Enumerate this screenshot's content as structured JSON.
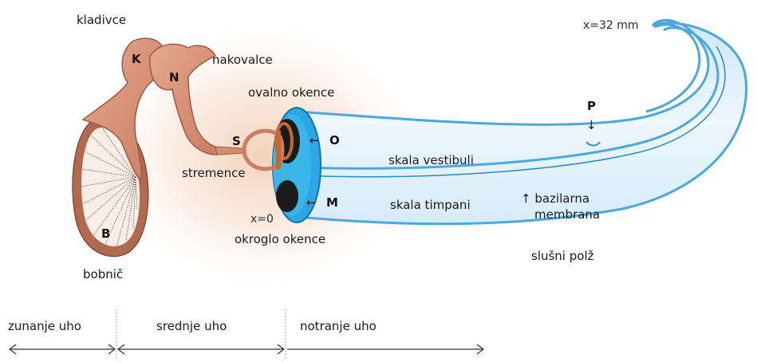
{
  "labels": {
    "malleus": "kladivce",
    "incus": "nakovalce",
    "stapes": "stremence",
    "eardrum": "bobnič",
    "oval_window": "ovalno okence",
    "round_window": "okroglo okence",
    "x_zero": "x=0",
    "x_end": "x=32 mm",
    "scala_vestibuli": "skala vestibuli",
    "scala_tympani": "skala timpani",
    "basilar_line1": "↑ bazilarna",
    "basilar_line2": "membrana",
    "cochlea": "slušni polž"
  },
  "letters": {
    "K": "K",
    "N": "N",
    "S": "S",
    "B": "B",
    "O": "O",
    "M": "M",
    "P": "P"
  },
  "arrows": {
    "O": "←",
    "M": "←",
    "P": "↓"
  },
  "sections": {
    "outer": "zunanje uho",
    "middle": "srednje uho",
    "inner": "notranje uho"
  },
  "colors": {
    "bone": "#d9957a",
    "bone_dark": "#a8614a",
    "cochlea_fill": "#dff0fb",
    "cochlea_edge": "#4aa8dc",
    "window_blue": "#2aa7e4",
    "glow": "#f3d3bd"
  }
}
